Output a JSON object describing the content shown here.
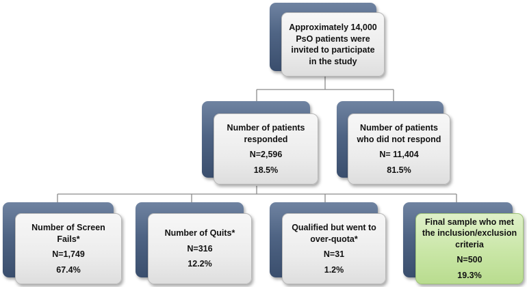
{
  "top": {
    "text": "Approximately 14,000 PsO patients were invited to participate in the study"
  },
  "responded": {
    "title": "Number of patients responded",
    "n": "N=2,596",
    "pct": "18.5%"
  },
  "not_responded": {
    "title": "Number of patients who did not respond",
    "n": "N= 11,404",
    "pct": "81.5%"
  },
  "screen_fails": {
    "title": "Number of Screen Fails*",
    "n": "N=1,749",
    "pct": "67.4%"
  },
  "quits": {
    "title": "Number of Quits*",
    "n": "N=316",
    "pct": "12.2%"
  },
  "over_quota": {
    "title": "Qualified but went to over-quota*",
    "n": "N=31",
    "pct": "1.2%"
  },
  "final_sample": {
    "title": "Final sample who met the inclusion/exclusion criteria",
    "n": "N=500",
    "pct": "19.3%"
  },
  "colors": {
    "back_box": "#4f6484",
    "front_box": "#ececec",
    "final_box": "#c9e6a6",
    "connector": "#8a8a8a"
  }
}
